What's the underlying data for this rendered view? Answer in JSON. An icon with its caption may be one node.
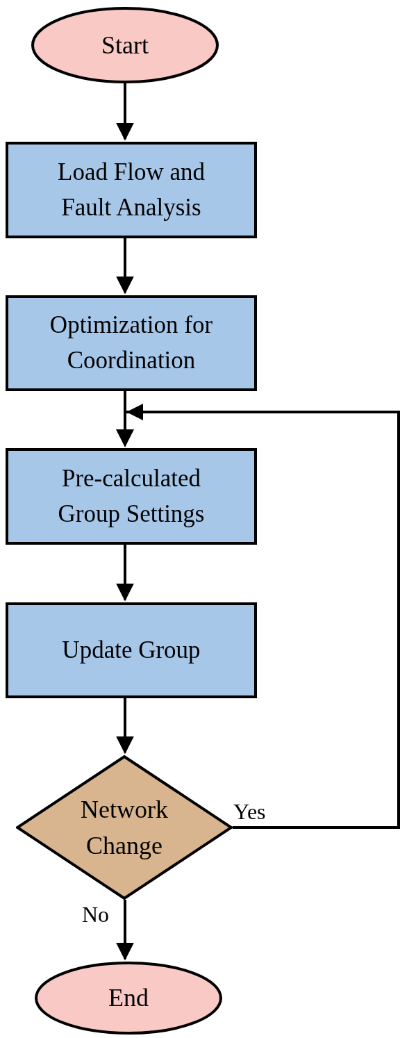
{
  "diagram": {
    "nodes": [
      {
        "text": [
          "Start"
        ]
      },
      {
        "text": [
          "Load Flow and Fault Analysis"
        ]
      },
      {
        "text": [
          "Optimization for Coordination"
        ]
      },
      {
        "text": [
          "Pre-calculated Group Settings"
        ]
      },
      {
        "text": [
          "Update Group"
        ]
      },
      {
        "text": [
          "Network Change"
        ]
      },
      {
        "text": [
          "End"
        ]
      }
    ],
    "edges": [
      {
        "from": 0,
        "to": 1,
        "arrow": "to"
      },
      {
        "from": 1,
        "to": 2,
        "arrow": "to"
      },
      {
        "from": 2,
        "to": 3,
        "arrow": "to"
      },
      {
        "from": 3,
        "to": 4,
        "arrow": "to"
      },
      {
        "from": 4,
        "to": 5,
        "arrow": "to"
      },
      {
        "from": 5,
        "to": 3,
        "label": "Yes",
        "arrow": "to"
      },
      {
        "from": 5,
        "to": 6,
        "label": "No",
        "arrow": "to"
      }
    ]
  }
}
